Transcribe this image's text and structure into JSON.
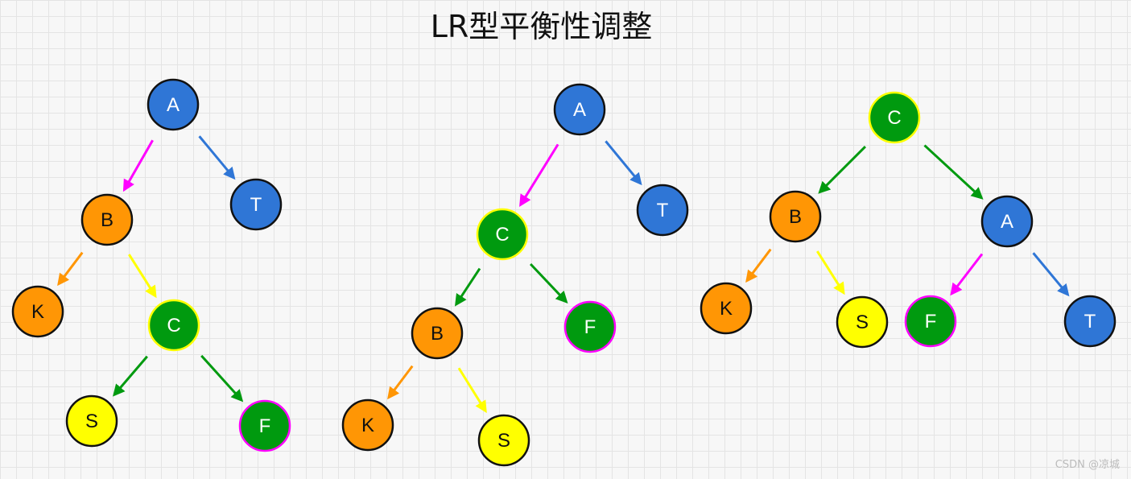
{
  "title": "LR型平衡性调整",
  "watermark": "CSDN @凉城",
  "colors": {
    "blue": "#2f76d6",
    "orange": "#ff9605",
    "green": "#009a0f",
    "yellow": "#ffff00",
    "magenta": "#ff00ff",
    "node_border": "#111111",
    "text_on_dark": "#ffffff",
    "text_on_light": "#111111"
  },
  "trees": [
    {
      "nodes": [
        {
          "id": "A",
          "label": "A",
          "fill": "blue",
          "border": "node_border",
          "text": "text_on_dark"
        },
        {
          "id": "T",
          "label": "T",
          "fill": "blue",
          "border": "node_border",
          "text": "text_on_dark"
        },
        {
          "id": "B",
          "label": "B",
          "fill": "orange",
          "border": "node_border",
          "text": "text_on_light"
        },
        {
          "id": "K",
          "label": "K",
          "fill": "orange",
          "border": "node_border",
          "text": "text_on_light"
        },
        {
          "id": "C",
          "label": "C",
          "fill": "green",
          "border": "yellow",
          "text": "text_on_dark"
        },
        {
          "id": "S",
          "label": "S",
          "fill": "yellow",
          "border": "node_border",
          "text": "text_on_light"
        },
        {
          "id": "F",
          "label": "F",
          "fill": "green",
          "border": "magenta",
          "text": "text_on_dark"
        }
      ],
      "edges": [
        {
          "from": "A",
          "to": "B",
          "color": "magenta"
        },
        {
          "from": "A",
          "to": "T",
          "color": "blue"
        },
        {
          "from": "B",
          "to": "K",
          "color": "orange"
        },
        {
          "from": "B",
          "to": "C",
          "color": "yellow"
        },
        {
          "from": "C",
          "to": "S",
          "color": "green"
        },
        {
          "from": "C",
          "to": "F",
          "color": "green"
        }
      ]
    },
    {
      "nodes": [
        {
          "id": "A",
          "label": "A",
          "fill": "blue",
          "border": "node_border",
          "text": "text_on_dark"
        },
        {
          "id": "T",
          "label": "T",
          "fill": "blue",
          "border": "node_border",
          "text": "text_on_dark"
        },
        {
          "id": "C",
          "label": "C",
          "fill": "green",
          "border": "yellow",
          "text": "text_on_dark"
        },
        {
          "id": "F",
          "label": "F",
          "fill": "green",
          "border": "magenta",
          "text": "text_on_dark"
        },
        {
          "id": "B",
          "label": "B",
          "fill": "orange",
          "border": "node_border",
          "text": "text_on_light"
        },
        {
          "id": "K",
          "label": "K",
          "fill": "orange",
          "border": "node_border",
          "text": "text_on_light"
        },
        {
          "id": "S",
          "label": "S",
          "fill": "yellow",
          "border": "node_border",
          "text": "text_on_light"
        }
      ],
      "edges": [
        {
          "from": "A",
          "to": "C",
          "color": "magenta"
        },
        {
          "from": "A",
          "to": "T",
          "color": "blue"
        },
        {
          "from": "C",
          "to": "B",
          "color": "green"
        },
        {
          "from": "C",
          "to": "F",
          "color": "green"
        },
        {
          "from": "B",
          "to": "K",
          "color": "orange"
        },
        {
          "from": "B",
          "to": "S",
          "color": "yellow"
        }
      ]
    },
    {
      "nodes": [
        {
          "id": "C",
          "label": "C",
          "fill": "green",
          "border": "yellow",
          "text": "text_on_dark"
        },
        {
          "id": "B",
          "label": "B",
          "fill": "orange",
          "border": "node_border",
          "text": "text_on_light"
        },
        {
          "id": "A",
          "label": "A",
          "fill": "blue",
          "border": "node_border",
          "text": "text_on_dark"
        },
        {
          "id": "K",
          "label": "K",
          "fill": "orange",
          "border": "node_border",
          "text": "text_on_light"
        },
        {
          "id": "S",
          "label": "S",
          "fill": "yellow",
          "border": "node_border",
          "text": "text_on_light"
        },
        {
          "id": "F",
          "label": "F",
          "fill": "green",
          "border": "magenta",
          "text": "text_on_dark"
        },
        {
          "id": "T",
          "label": "T",
          "fill": "blue",
          "border": "node_border",
          "text": "text_on_dark"
        }
      ],
      "edges": [
        {
          "from": "C",
          "to": "B",
          "color": "green"
        },
        {
          "from": "C",
          "to": "A",
          "color": "green"
        },
        {
          "from": "B",
          "to": "K",
          "color": "orange"
        },
        {
          "from": "B",
          "to": "S",
          "color": "yellow"
        },
        {
          "from": "A",
          "to": "F",
          "color": "magenta"
        },
        {
          "from": "A",
          "to": "T",
          "color": "blue"
        }
      ]
    }
  ]
}
